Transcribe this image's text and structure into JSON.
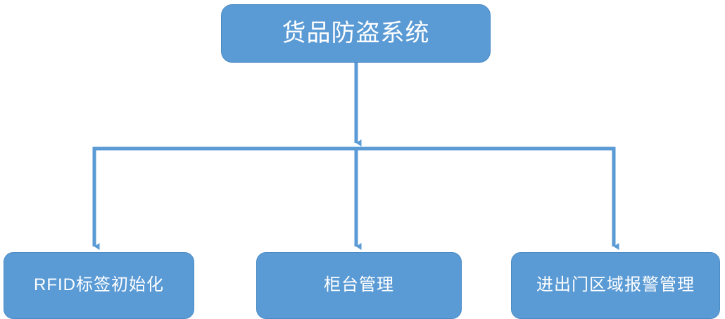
{
  "diagram": {
    "type": "tree",
    "title": "货品防盗系统",
    "theme": {
      "node_fill": "#5b9bd5",
      "node_border": "#4a8bc4",
      "node_text": "#ffffff",
      "connector": "#5b9bd5",
      "background": "#ffffff"
    },
    "root": {
      "label": "货品防盗系统"
    },
    "children": [
      {
        "label": "RFID标签初始化"
      },
      {
        "label": "柜台管理"
      },
      {
        "label": "进出门区域报警管理"
      }
    ],
    "connectors": [
      {
        "name": "root-to-bus",
        "from": "货品防盗系统",
        "to": "bus"
      },
      {
        "name": "bus-to-child-1",
        "from": "bus",
        "to": "RFID标签初始化"
      },
      {
        "name": "bus-to-child-2",
        "from": "bus",
        "to": "柜台管理"
      },
      {
        "name": "bus-to-child-3",
        "from": "bus",
        "to": "进出门区域报警管理"
      }
    ]
  }
}
